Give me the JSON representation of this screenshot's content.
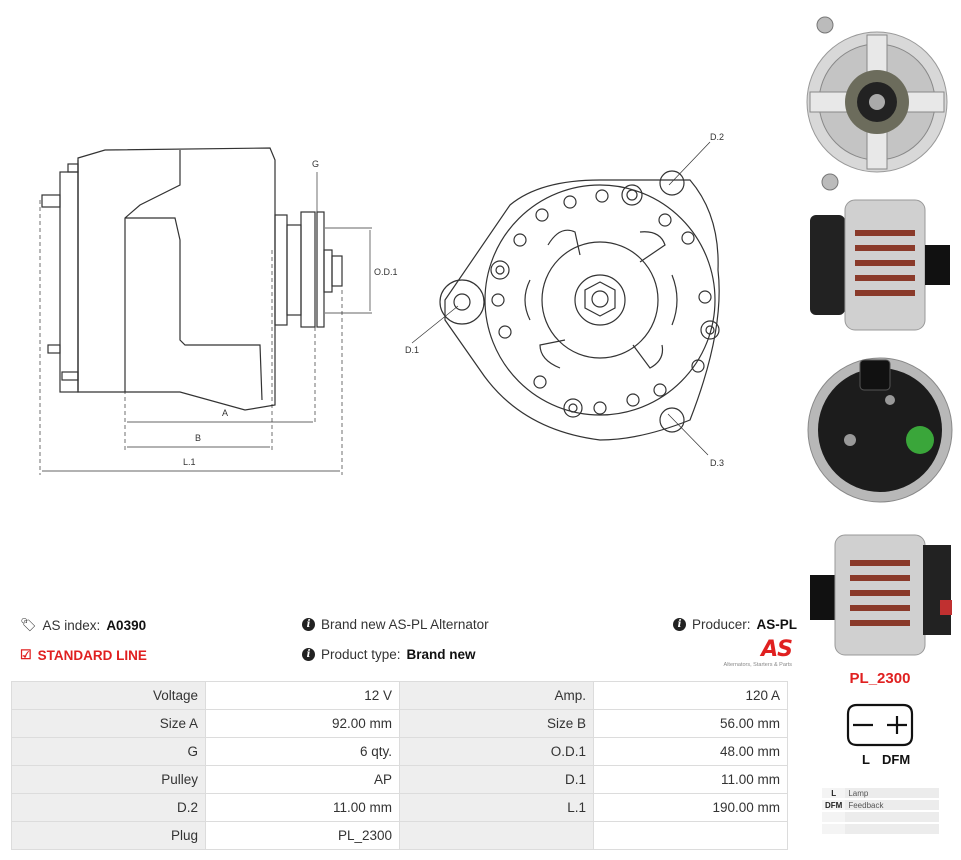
{
  "drawing": {
    "labels": {
      "g": "G",
      "od1": "O.D.1",
      "a": "A",
      "b": "B",
      "l1": "L.1",
      "d1": "D.1",
      "d2": "D.2",
      "d3": "D.3"
    }
  },
  "info": {
    "as_index_label": "AS index:",
    "as_index_value": "A0390",
    "line": "STANDARD LINE",
    "description": "Brand new AS-PL Alternator",
    "product_type_label": "Product type:",
    "product_type_value": "Brand new",
    "producer_label": "Producer:",
    "producer_value": "AS-PL"
  },
  "logo": {
    "mark": "AS",
    "tagline": "Alternators, Starters & Parts"
  },
  "specs": [
    {
      "k1": "Voltage",
      "v1": "12 V",
      "k2": "Amp.",
      "v2": "120 A"
    },
    {
      "k1": "Size A",
      "v1": "92.00 mm",
      "k2": "Size B",
      "v2": "56.00 mm"
    },
    {
      "k1": "G",
      "v1": "6 qty.",
      "k2": "O.D.1",
      "v2": "48.00 mm"
    },
    {
      "k1": "Pulley",
      "v1": "AP",
      "k2": "D.1",
      "v2": "11.00 mm"
    },
    {
      "k1": "D.2",
      "v1": "11.00 mm",
      "k2": "L.1",
      "v2": "190.00 mm"
    },
    {
      "k1": "Plug",
      "v1": "PL_2300",
      "k2": "",
      "v2": ""
    }
  ],
  "plug": {
    "title": "PL_2300",
    "pin1": "L",
    "pin2": "DFM",
    "legend": [
      {
        "code": "L",
        "desc": "Lamp"
      },
      {
        "code": "DFM",
        "desc": "Feedback"
      },
      {
        "code": "",
        "desc": ""
      },
      {
        "code": "",
        "desc": ""
      }
    ]
  },
  "colors": {
    "accent": "#e02020",
    "table_key_bg": "#eeeeee",
    "border": "#dcdcdc"
  },
  "icons": [
    "tag-icon",
    "check-square-icon",
    "info-icon"
  ]
}
